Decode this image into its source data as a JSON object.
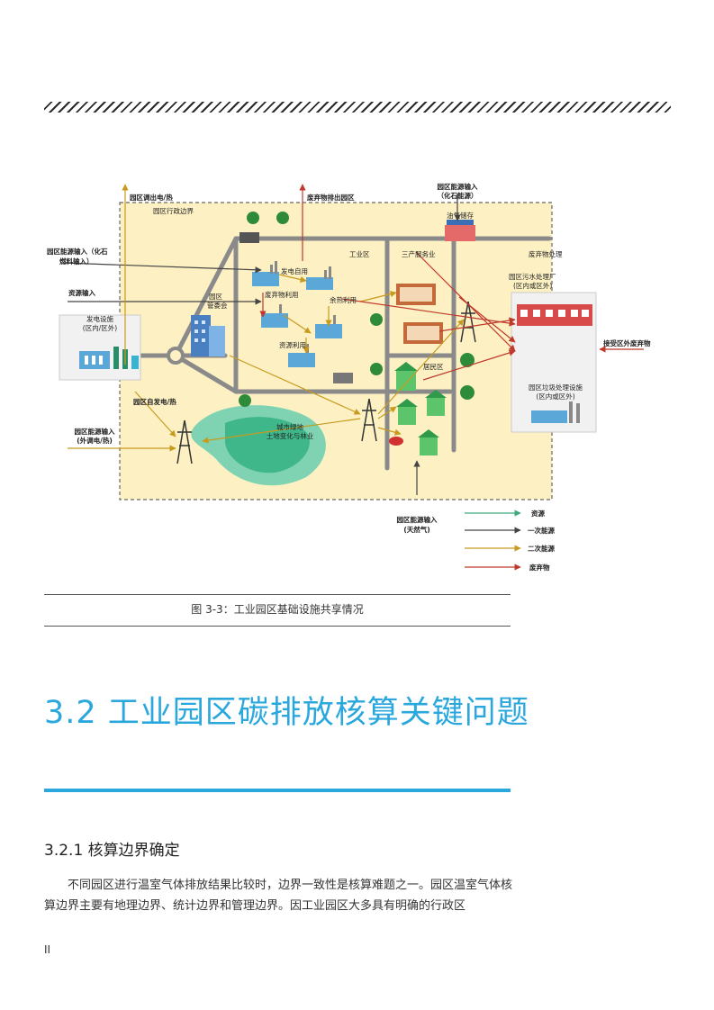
{
  "figure": {
    "labels": {
      "power_export": "园区调出电/热",
      "admin_boundary": "园区行政边界",
      "waste_export": "废弃物排出园区",
      "fossil_input_line1": "园区能源输入",
      "fossil_input_line2": "（化石能源）",
      "oil_gas_storage": "油气储存",
      "energy_input_fossil_line1": "园区能源输入（化石",
      "energy_input_fossil_line2": "燃料输入）",
      "resource_input": "资源输入",
      "power_plant_line1": "发电设施",
      "power_plant_line2": "(区内/区外)",
      "self_power": "发电自用",
      "industrial_zone": "工业区",
      "tertiary_zone": "三产服务业",
      "waste_disposal": "废弃物处理",
      "park_committee_line1": "园区",
      "park_committee_line2": "管委会",
      "waste_use": "废弃物利用",
      "waste_heat_use": "余热利用",
      "sewage_line1": "园区污水处理厂",
      "sewage_line2": "(区内或区外)",
      "resource_use": "资源利用",
      "residential_zone": "居民区",
      "accept_waste": "接受区外废弃物",
      "self_generation": "园区自发电/热",
      "green_line1": "城市绿地",
      "green_line2": "土地变化与林业",
      "garbage_line1": "园区垃圾处理设施",
      "garbage_line2": "(区内或区外)",
      "external_input_line1": "园区能源输入",
      "external_input_line2": "(外调电/热)",
      "gas_input_line1": "园区能源输入",
      "gas_input_line2": "(天然气)"
    },
    "legend": [
      {
        "label": "资源",
        "color": "#3aaa7a"
      },
      {
        "label": "一次能源",
        "color": "#444444"
      },
      {
        "label": "二次能源",
        "color": "#c89a1e"
      },
      {
        "label": "废弃物",
        "color": "#c0392b"
      }
    ]
  },
  "caption": "图 3-3：工业园区基础设施共享情况",
  "section_title": "3.2 工业园区碳排放核算关键问题",
  "subsection_title": "3.2.1 核算边界确定",
  "paragraph": "不同园区进行温室气体排放结果比较时，边界一致性是核算难题之一。园区温室气体核算边界主要有地理边界、统计边界和管理边界。因工业园区大多具有明确的行政区",
  "page_number": "II"
}
